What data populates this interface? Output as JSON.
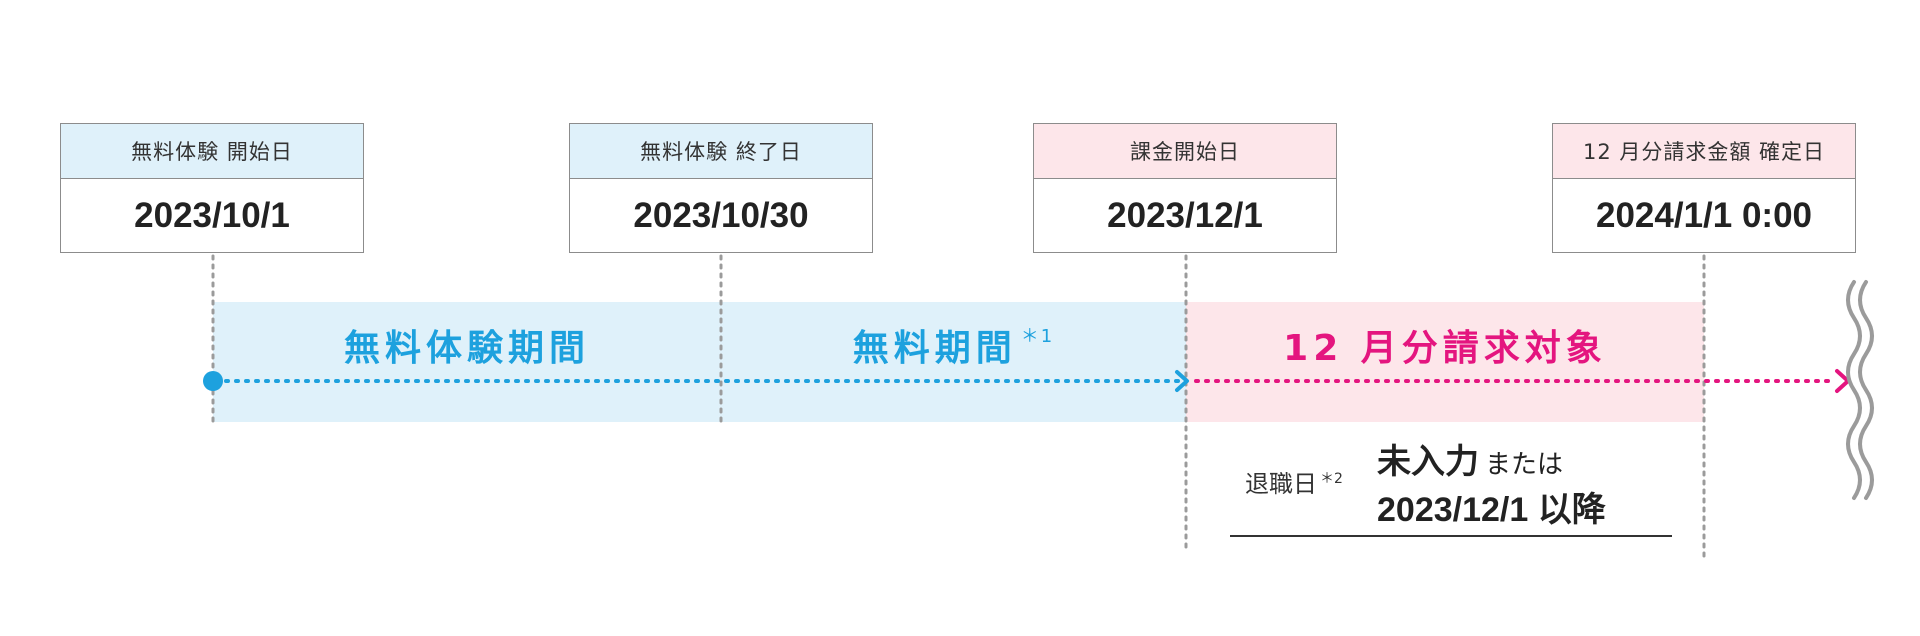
{
  "milestones": [
    {
      "label": "無料体験 開始日",
      "date": "2023/10/1",
      "color": "blue"
    },
    {
      "label": "無料体験 終了日",
      "date": "2023/10/30",
      "color": "blue"
    },
    {
      "label": "課金開始日",
      "date": "2023/12/1",
      "color": "pink"
    },
    {
      "label": "12 月分請求金額 確定日",
      "date": "2024/1/1 0:00",
      "color": "pink"
    }
  ],
  "periods": {
    "trial": "無料体験期間",
    "free": "無料期間",
    "free_note": "＊1",
    "billing": "12 月分請求対象"
  },
  "leave": {
    "label": "退職日",
    "note": "＊2",
    "value_main": "未入力",
    "value_or": "または",
    "value_date": "2023/12/1 以降"
  },
  "colors": {
    "blue_accent": "#1da1de",
    "pink_accent": "#e4157f",
    "blue_fill": "#dff1fa",
    "pink_fill": "#fde6ea",
    "guide_line": "#9b9b9b"
  }
}
